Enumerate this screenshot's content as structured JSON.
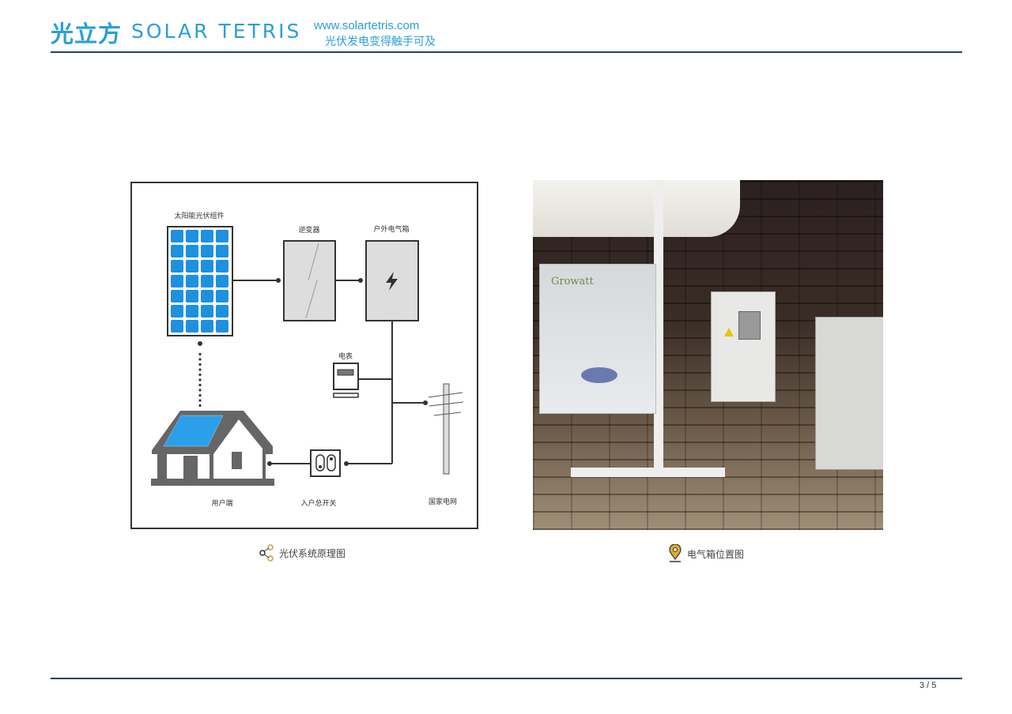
{
  "header": {
    "logo_cn": "光立方",
    "logo_en": "SOLAR TETRIS",
    "url": "www.solartetris.com",
    "slogan": "光伏发电变得触手可及"
  },
  "diagram": {
    "labels": {
      "solar_panel": "太阳能光伏组件",
      "inverter": "逆变器",
      "outdoor_box": "户外电气箱",
      "meter": "电表",
      "user_end": "用户端",
      "main_switch": "入户总开关",
      "grid": "国家电网"
    },
    "caption": "光伏系统原理图",
    "caption_icon": "share-icon"
  },
  "photo": {
    "brand": "Growatt",
    "caption": "电气箱位置图",
    "caption_icon": "location-pin-icon"
  },
  "footer": {
    "page": "3 / 5"
  },
  "colors": {
    "brand": "#2a9fd8",
    "rule": "#1c4466",
    "panel": "#1e90e0",
    "gray": "#666666"
  }
}
